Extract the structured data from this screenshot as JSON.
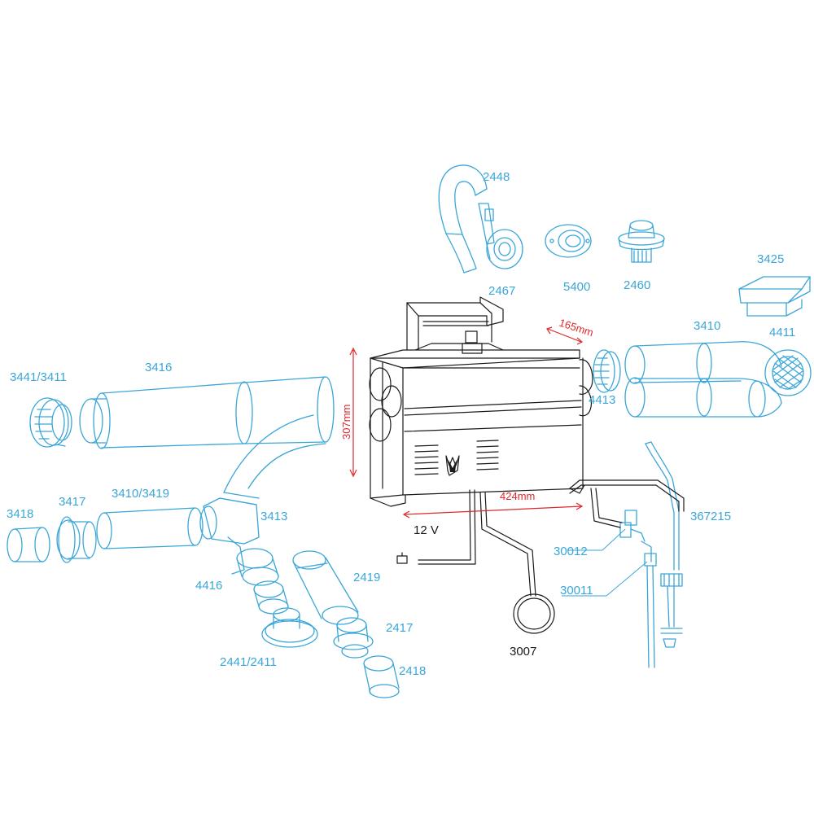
{
  "colors": {
    "part_outline": "#3aa6d8",
    "heater_outline": "#1a1a1a",
    "dimension": "#e0262b"
  },
  "labels": {
    "p2448": "2448",
    "p2467": "2467",
    "p5400": "5400",
    "p2460": "2460",
    "p3425": "3425",
    "p3410_right": "3410",
    "p4411": "4411",
    "p4413": "4413",
    "p3416": "3416",
    "p3441_3411": "3441/3411",
    "p3418_left": "3418",
    "p3417": "3417",
    "p3410_3419": "3410/3419",
    "p3413": "3413",
    "p4416": "4416",
    "p2419": "2419",
    "p2417": "2417",
    "p2418": "2418",
    "p2441_2411": "2441/2411",
    "p367215": "367215",
    "p30012": "30012",
    "p30011": "30011",
    "p3007": "3007",
    "voltage": "12 V"
  },
  "dimensions": {
    "depth": "165mm",
    "height": "307mm",
    "width": "424mm"
  },
  "icons": {
    "logo": "trident-logo-icon"
  }
}
